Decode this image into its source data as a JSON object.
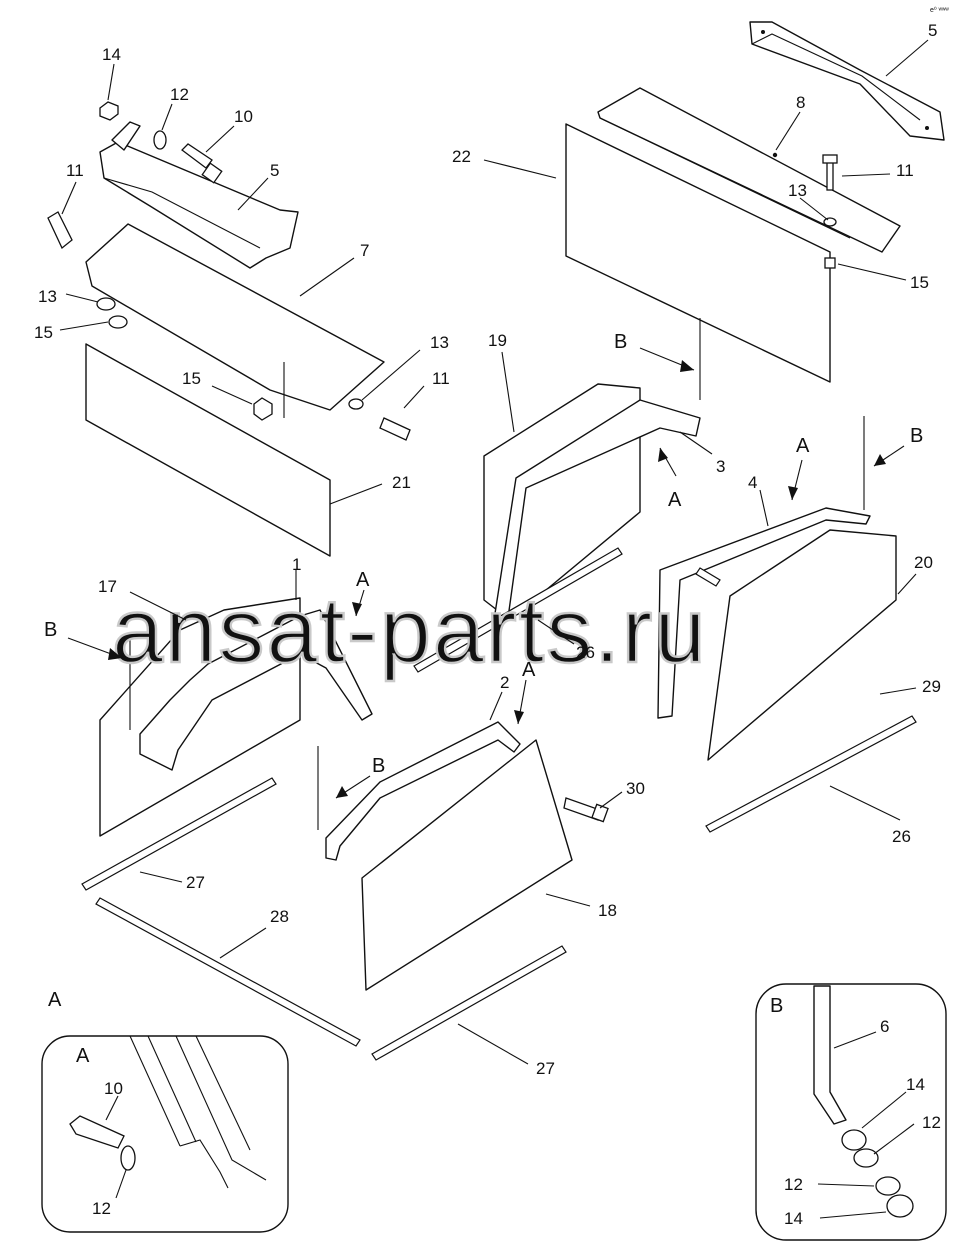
{
  "watermark": "ansat-parts.ru",
  "corner_mark": "e⁰ ʷʷʷ",
  "callouts": {
    "c14a": "14",
    "c12a": "12",
    "c10a": "10",
    "c11a": "11",
    "c5a": "5",
    "c7": "7",
    "c13a": "13",
    "c15a": "15",
    "c13b": "13",
    "c15b": "15",
    "c11b": "11",
    "c21": "21",
    "c1": "1",
    "c17": "17",
    "c5b": "5",
    "c8": "8",
    "c22": "22",
    "c11c": "11",
    "c13c": "13",
    "c15c": "15",
    "c19": "19",
    "c3": "3",
    "c26a": "26",
    "c4": "4",
    "c20": "20",
    "c29": "29",
    "c26b": "26",
    "c2": "2",
    "c30": "30",
    "c18": "18",
    "c27a": "27",
    "c28": "28",
    "c27b": "27"
  },
  "view_labels": {
    "bA1": "B",
    "aA1": "A",
    "aA2": "A",
    "bB2": "B",
    "aA3": "A",
    "bB3": "B",
    "aA4": "A",
    "bB4": "B"
  },
  "detail_a": {
    "caption": "A",
    "title": "A",
    "labels": {
      "c10": "10",
      "c12": "12"
    }
  },
  "detail_b": {
    "title": "B",
    "labels": {
      "c6": "6",
      "c14a": "14",
      "c12a": "12",
      "c12b": "12",
      "c14b": "14"
    }
  }
}
